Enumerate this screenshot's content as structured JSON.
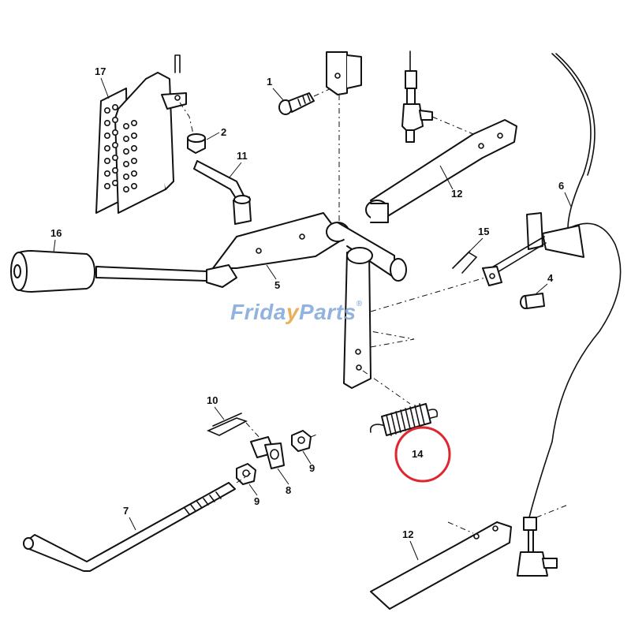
{
  "diagram": {
    "callouts": {
      "c1": "1",
      "c2": "2",
      "c4": "4",
      "c5": "5",
      "c6": "6",
      "c7": "7",
      "c8": "8",
      "c9a": "9",
      "c9b": "9",
      "c10": "10",
      "c11": "11",
      "c12a": "12",
      "c12b": "12",
      "c14": "14",
      "c15": "15",
      "c16": "16",
      "c17": "17"
    },
    "highlight": {
      "part_number": "14",
      "color": "#e0262e"
    }
  },
  "watermark": {
    "part1": "Frida",
    "part2": "y",
    "part3": "Parts",
    "mark": "®",
    "color_primary": "#7ea6d8",
    "color_accent": "#e8a23a"
  }
}
